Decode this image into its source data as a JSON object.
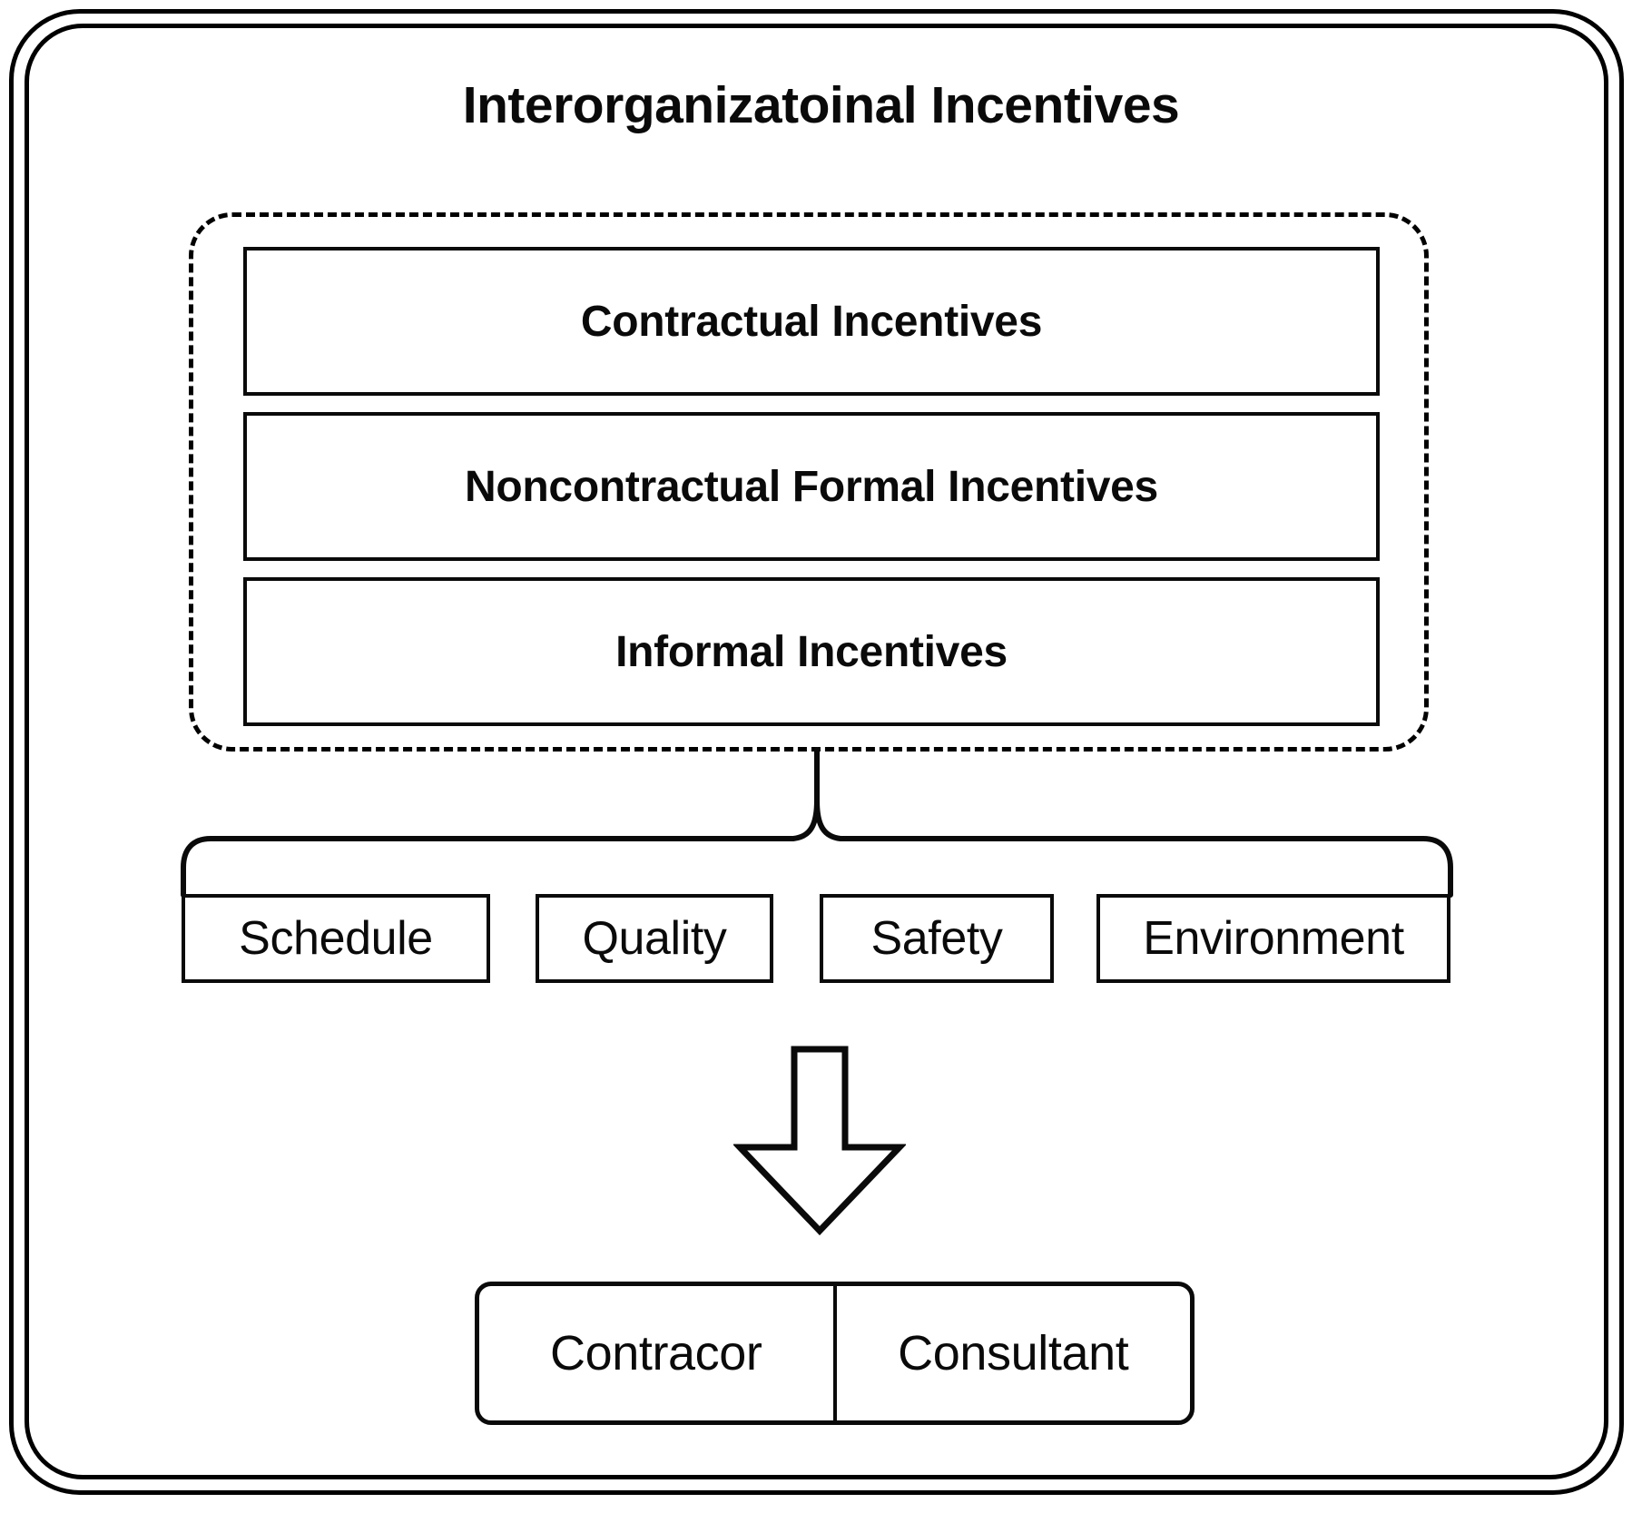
{
  "diagram": {
    "title": "Interorganizatoinal Incentives",
    "incentive_group": {
      "border_style": "dashed",
      "items": [
        {
          "label": "Contractual Incentives"
        },
        {
          "label": "Noncontractual Formal Incentives"
        },
        {
          "label": "Informal Incentives"
        }
      ]
    },
    "connector_brace": {
      "name": "curly-brace",
      "direction": "down"
    },
    "criteria": [
      {
        "label": "Schedule"
      },
      {
        "label": "Quality"
      },
      {
        "label": "Safety"
      },
      {
        "label": "Environment"
      }
    ],
    "flow_arrow": {
      "name": "down-arrow",
      "direction": "down"
    },
    "actors": [
      {
        "label": "Contracor"
      },
      {
        "label": "Consultant"
      }
    ],
    "colors": {
      "stroke": "#0a0a0a",
      "background": "#ffffff"
    }
  }
}
